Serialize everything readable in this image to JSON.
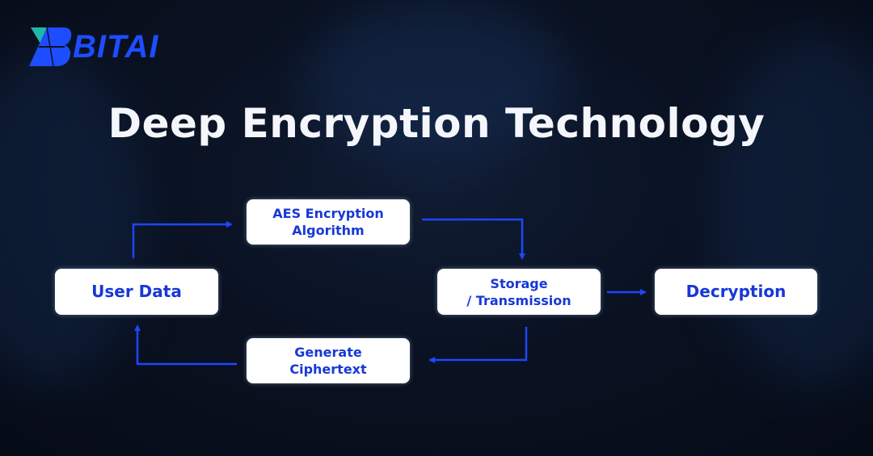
{
  "brand": {
    "name": "BITAI",
    "logo_color": "#1d4dff",
    "logo_accent": "#1fb7a6"
  },
  "title": "Deep Encryption Technology",
  "nodes": {
    "user_data": "User Data",
    "aes": "AES Encryption\nAlgorithm",
    "storage": "Storage\n/ Transmission",
    "decryption": "Decryption",
    "ciphertext": "Generate\nCiphertext"
  },
  "colors": {
    "arrow": "#1e46ff",
    "node_text": "#1738d6"
  }
}
